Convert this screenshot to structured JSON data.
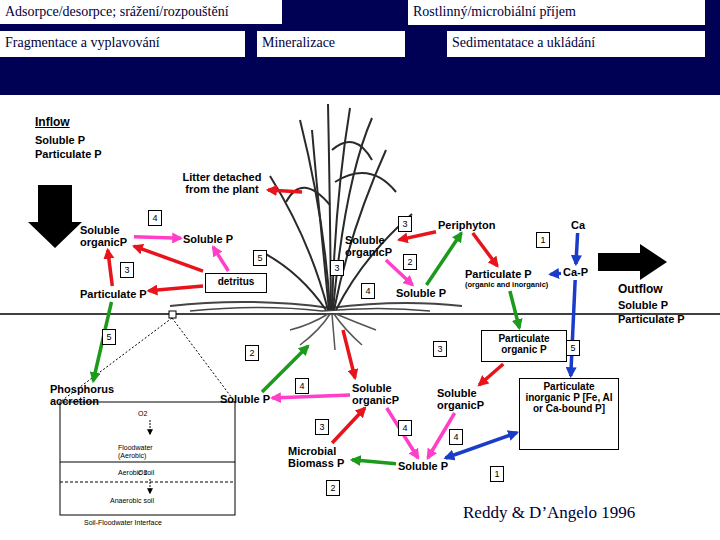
{
  "diagram": {
    "nodes": [
      {
        "text": [
          "Adsorpce/desorpce; srážení/rozpouštění"
        ]
      },
      {
        "text": [
          "Rostlinný/microbiální příjem"
        ]
      },
      {
        "text": [
          "Fragmentace a vyplavování"
        ]
      },
      {
        "text": [
          "Mineralizace"
        ]
      },
      {
        "text": [
          "Sedimentatace a ukládání"
        ]
      },
      {
        "text": [
          "Soluble organicP"
        ]
      },
      {
        "text": [
          "Soluble P"
        ]
      },
      {
        "text": [
          "detritus"
        ]
      },
      {
        "text": [
          "Particulate P"
        ]
      },
      {
        "text": [
          "Soluble organicP"
        ]
      },
      {
        "text": [
          "Periphyton"
        ]
      },
      {
        "text": [
          "Ca"
        ]
      },
      {
        "text": [
          "Particulate P",
          "(organic and inorganic)"
        ]
      },
      {
        "text": [
          "Ca-P"
        ]
      },
      {
        "text": [
          "Soluble P"
        ]
      },
      {
        "text": [
          "Particulate organic P"
        ]
      },
      {
        "text": [
          "Phosphorus accretion"
        ]
      },
      {
        "text": [
          "Soluble P"
        ]
      },
      {
        "text": [
          "Soluble organicP"
        ]
      },
      {
        "text": [
          "Soluble organicP"
        ]
      },
      {
        "text": [
          "Particulate inorganic P [Fe, Al or Ca-bound P]"
        ]
      },
      {
        "text": [
          "Microbial Biomass P"
        ]
      },
      {
        "text": [
          "Soluble P"
        ]
      }
    ],
    "edges": [
      {
        "from": 5,
        "to": 6,
        "arrow": "to"
      },
      {
        "from": 8,
        "to": 5,
        "arrow": "to"
      },
      {
        "from": 7,
        "to": 8,
        "arrow": "to"
      },
      {
        "from": 7,
        "to": 5,
        "arrow": "to"
      },
      {
        "from": 10,
        "to": 9,
        "arrow": "to"
      },
      {
        "from": 9,
        "to": 14,
        "arrow": "to"
      },
      {
        "from": 14,
        "to": 10,
        "arrow": "to"
      },
      {
        "from": 10,
        "to": 12,
        "arrow": "to"
      },
      {
        "from": 11,
        "to": 13,
        "arrow": "to"
      },
      {
        "from": 13,
        "to": 12,
        "arrow": "to"
      },
      {
        "from": 8,
        "to": 16,
        "arrow": "to"
      },
      {
        "from": 12,
        "to": 15,
        "arrow": "to"
      },
      {
        "from": 13,
        "to": 20,
        "arrow": "to"
      },
      {
        "from": 18,
        "to": 17,
        "arrow": "to"
      },
      {
        "from": 21,
        "to": 18,
        "arrow": "to"
      },
      {
        "from": 18,
        "to": 22,
        "arrow": "to"
      },
      {
        "from": 19,
        "to": 22,
        "arrow": "to"
      },
      {
        "from": 15,
        "to": 19,
        "arrow": "to"
      },
      {
        "from": 22,
        "to": 20,
        "arrow": "both"
      },
      {
        "from": 22,
        "to": 21,
        "arrow": "to"
      },
      {
        "from": 7,
        "to": 6,
        "arrow": "to"
      }
    ],
    "labels": [
      "Inflow",
      "Soluble P",
      "Particulate P",
      "Litter detached from the plant",
      "4",
      "3",
      "5",
      "3",
      "2",
      "3",
      "4",
      "1",
      "5",
      "2",
      "4",
      "3",
      "5",
      "3",
      "4",
      "4",
      "2",
      "1",
      "Outflow",
      "Soluble P",
      "Particulate P",
      "O2",
      "O2",
      "Floodwater (Aerobic)",
      "Aerobic soil",
      "Anaerobic soil",
      "Soil-Floodwater Interface",
      "Reddy & D’Angelo 1996"
    ]
  }
}
